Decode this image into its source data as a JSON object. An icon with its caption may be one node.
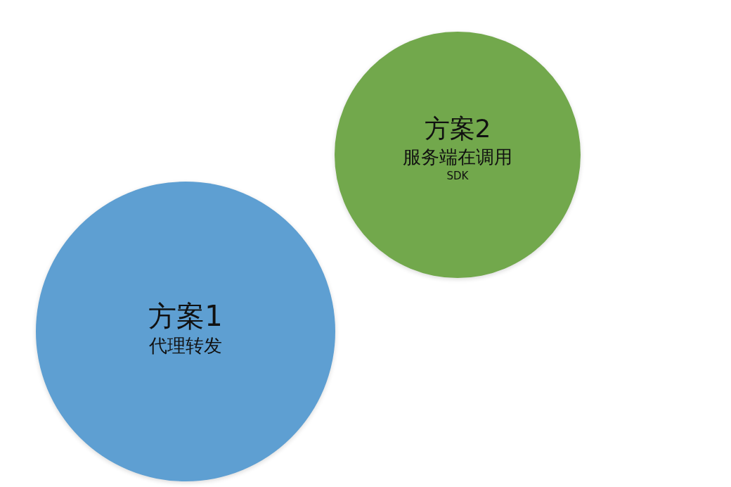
{
  "diagram": {
    "nodes": [
      {
        "text": [
          "方案2",
          "服务端在调用",
          "SDK"
        ]
      },
      {
        "text": [
          "方案1",
          "代理转发"
        ]
      }
    ]
  }
}
